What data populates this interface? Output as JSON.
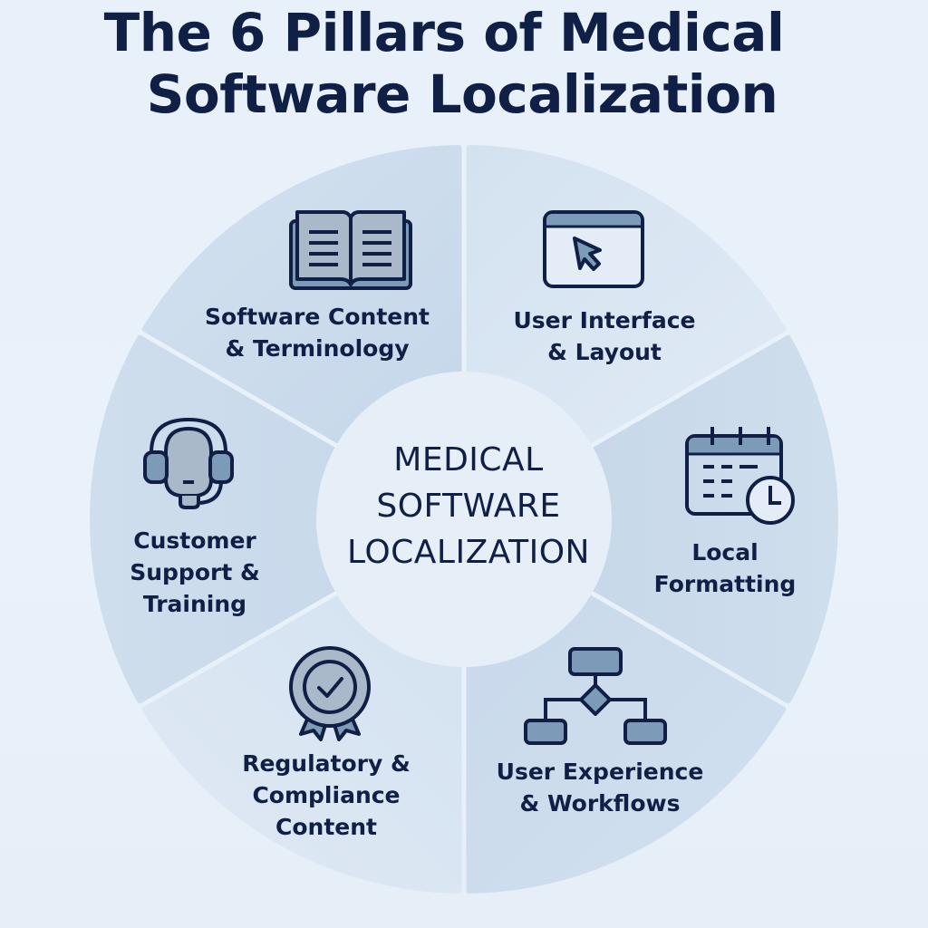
{
  "title": {
    "line1": "The 6 Pillars of Medical",
    "line2": "Software Localization"
  },
  "center": {
    "lines": [
      "MEDICAL",
      "SOFTWARE",
      "LOCALIZATION"
    ]
  },
  "pillars": [
    {
      "icon": "open-book-icon",
      "lines": [
        "Software Content",
        "& Terminology"
      ]
    },
    {
      "icon": "browser-cursor-icon",
      "lines": [
        "User Interface",
        "& Layout"
      ]
    },
    {
      "icon": "calendar-clock-icon",
      "lines": [
        "Local",
        "Formatting"
      ]
    },
    {
      "icon": "workflow-diagram-icon",
      "lines": [
        "User Experience",
        "& Workflows"
      ]
    },
    {
      "icon": "certificate-badge-icon",
      "lines": [
        "Regulatory &",
        "Compliance",
        "Content"
      ]
    },
    {
      "icon": "headset-icon",
      "lines": [
        "Customer",
        "Support &",
        "Training"
      ]
    }
  ],
  "colors": {
    "text": "#0f1f45",
    "background": "#e8f0f9",
    "segment_dark": "#c9daeb",
    "segment_light": "#d9e6f3",
    "icon_fill": "#7b9bb8",
    "icon_fill_light": "#a9b9c9",
    "center_fill": "#e6eef8"
  }
}
